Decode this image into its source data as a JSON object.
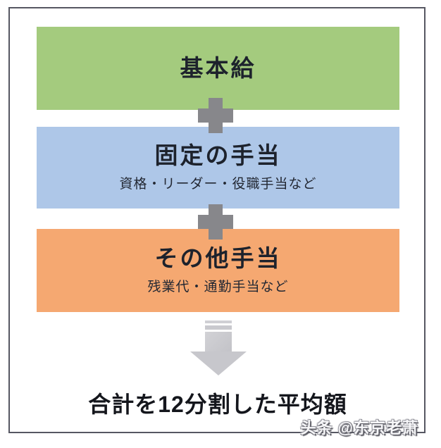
{
  "diagram": {
    "boxes": [
      {
        "title": "基本給",
        "color": "#a4cb7e"
      },
      {
        "title": "固定の手当",
        "subtitle": "資格・リーダー・役職手当など",
        "color": "#aec7e8"
      },
      {
        "title": "その他手当",
        "subtitle": "残業代・通勤手当など",
        "color": "#f5a871"
      }
    ],
    "operators": [
      "+",
      "+"
    ],
    "arrow": {
      "direction": "down",
      "style": "striped",
      "color": "#c7c7cc"
    },
    "result_label": "合計を12分割した平均額",
    "colors": {
      "box_green": "#a4cb7e",
      "box_blue": "#aec7e8",
      "box_orange": "#f5a871",
      "plus_gray": "#87878b",
      "arrow_gray": "#c7c7cc",
      "text_dark": "#1d222c",
      "frame_border": "#565762"
    }
  },
  "watermark": {
    "text": "头条 @东京老萧"
  }
}
